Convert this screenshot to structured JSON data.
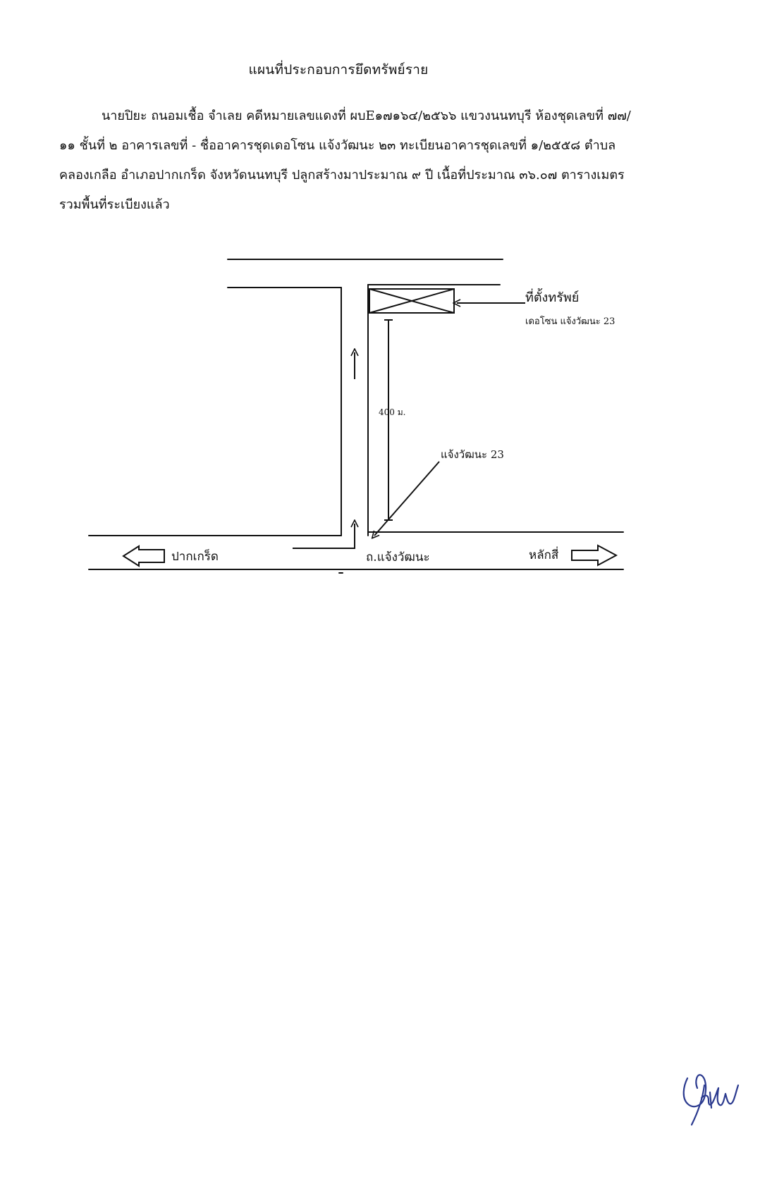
{
  "title": "แผนที่ประกอบการยึดทรัพย์ราย",
  "description_lines": [
    "นายปิยะ ถนอมเชื้อ จำเลย คดีหมายเลขแดงที่ ผบE๑๗๑๖๔/๒๕๖๖ แขวงนนทบุรี ห้องชุดเลขที่ ๗๗/",
    "๑๑ ชั้นที่ ๒ อาคารเลขที่  -  ชื่ออาคารชุดเดอโซน แจ้งวัฒนะ ๒๓ ทะเบียนอาคารชุดเลขที่ ๑/๒๕๕๘ ตำบล",
    "คลองเกลือ  อำเภอปากเกร็ด จังหวัดนนทบุรี ปลูกสร้างมาประมาณ ๙ ปี เนื้อที่ประมาณ ๓๖.๐๗ ตารางเมตร",
    "รวมพื้นที่ระเบียงแล้ว"
  ],
  "map": {
    "property_label": "ที่ตั้งทรัพย์",
    "property_sublabel": "เดอโซน แจ้งวัฒนะ 23",
    "distance_label": "400 ม.",
    "soi_label": "แจ้งวัฒนะ 23",
    "left_direction_label": "ปากเกร็ด",
    "road_label": "ถ.แจ้งวัฒนะ",
    "right_direction_label": "หลักสี่"
  },
  "signature": {
    "text": "ปิยะ"
  },
  "colors": {
    "ink": "#111111",
    "signature_ink": "#2b3a8f"
  }
}
